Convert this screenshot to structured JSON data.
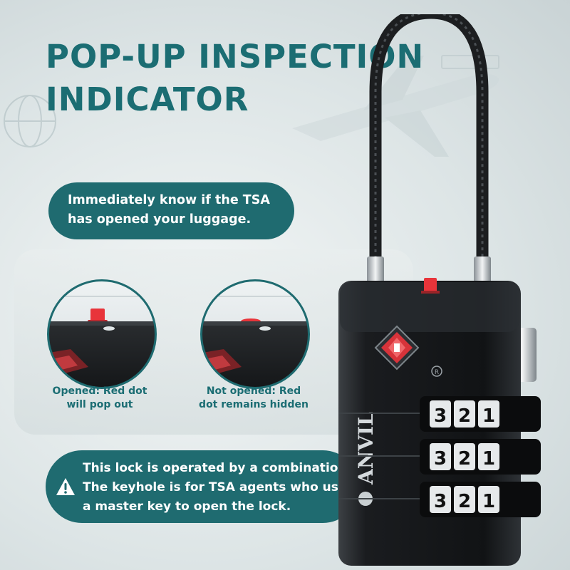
{
  "headline": {
    "line1": "POP-UP INSPECTION",
    "line2": "INDICATOR"
  },
  "intro_callout": {
    "line1": "Immediately know if the TSA",
    "line2": "has opened your luggage."
  },
  "states": [
    {
      "line1": "Opened: Red dot",
      "line2": "will pop out"
    },
    {
      "line1": "Not opened: Red",
      "line2": "dot remains hidden"
    }
  ],
  "notice": {
    "line1": "This lock is operated by a combination.",
    "line2": "The keyhole is for TSA agents who use",
    "line3": "a master key to open the lock."
  },
  "product": {
    "brand": "ANVIL",
    "dials": [
      {
        "digits": [
          "3",
          "2",
          "1"
        ]
      },
      {
        "digits": [
          "3",
          "2",
          "1"
        ]
      },
      {
        "digits": [
          "3",
          "2",
          "1"
        ]
      }
    ]
  },
  "icons": {
    "warning": "warning-triangle-icon",
    "tsa": "tsa-diamond-icon",
    "registered": "registered-mark-icon",
    "plane": "airplane-icon",
    "globe": "globe-icon"
  },
  "colors": {
    "brand_teal": "#1f6b70",
    "indicator_red": "#e8343a",
    "lock_body": "#151719"
  }
}
